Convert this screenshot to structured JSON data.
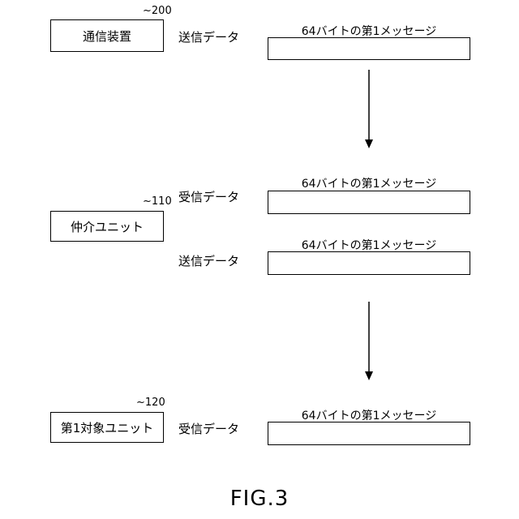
{
  "units": {
    "comm_device": {
      "label": "通信装置",
      "ref": "200"
    },
    "mediation_unit": {
      "label": "仲介ユニット",
      "ref": "110"
    },
    "first_target_unit": {
      "label": "第1対象ユニット",
      "ref": "120"
    }
  },
  "rows": [
    {
      "data_label": "送信データ",
      "message": "64バイトの第1メッセージ"
    },
    {
      "data_label": "受信データ",
      "message": "64バイトの第1メッセージ"
    },
    {
      "data_label": "送信データ",
      "message": "64バイトの第1メッセージ"
    },
    {
      "data_label": "受信データ",
      "message": "64バイトの第1メッセージ"
    }
  ],
  "ref_mark": "~",
  "figure_caption": "FIG.3"
}
